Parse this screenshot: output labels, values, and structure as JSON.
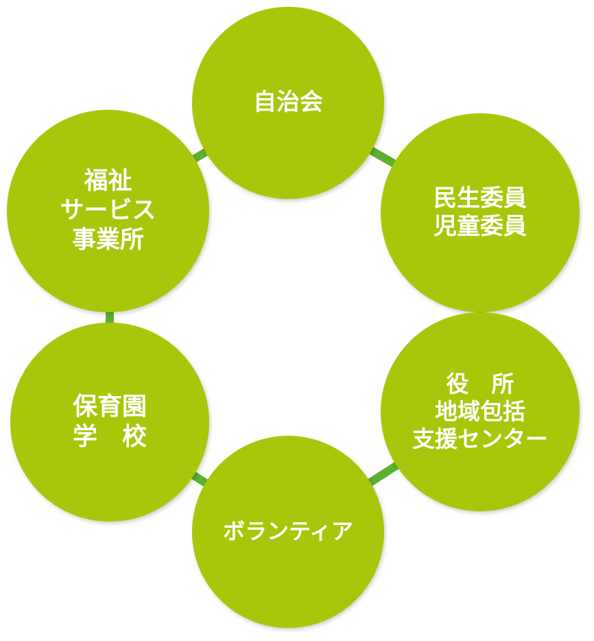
{
  "colors": {
    "circle": "#a9c70a",
    "connector": "#5bb030",
    "text": "#ffffff"
  },
  "nodes": [
    {
      "id": "jichikai",
      "lines": [
        "自治会"
      ]
    },
    {
      "id": "minsei",
      "lines": [
        "民生委員",
        "児童委員"
      ]
    },
    {
      "id": "yakusho",
      "lines": [
        "役　所",
        "地域包括",
        "支援センター"
      ]
    },
    {
      "id": "volunteer",
      "lines": [
        "ボランティア"
      ]
    },
    {
      "id": "hoikuen",
      "lines": [
        "保育園",
        "学　校"
      ]
    },
    {
      "id": "fukushi",
      "lines": [
        "福祉",
        "サービス",
        "事業所"
      ]
    }
  ]
}
